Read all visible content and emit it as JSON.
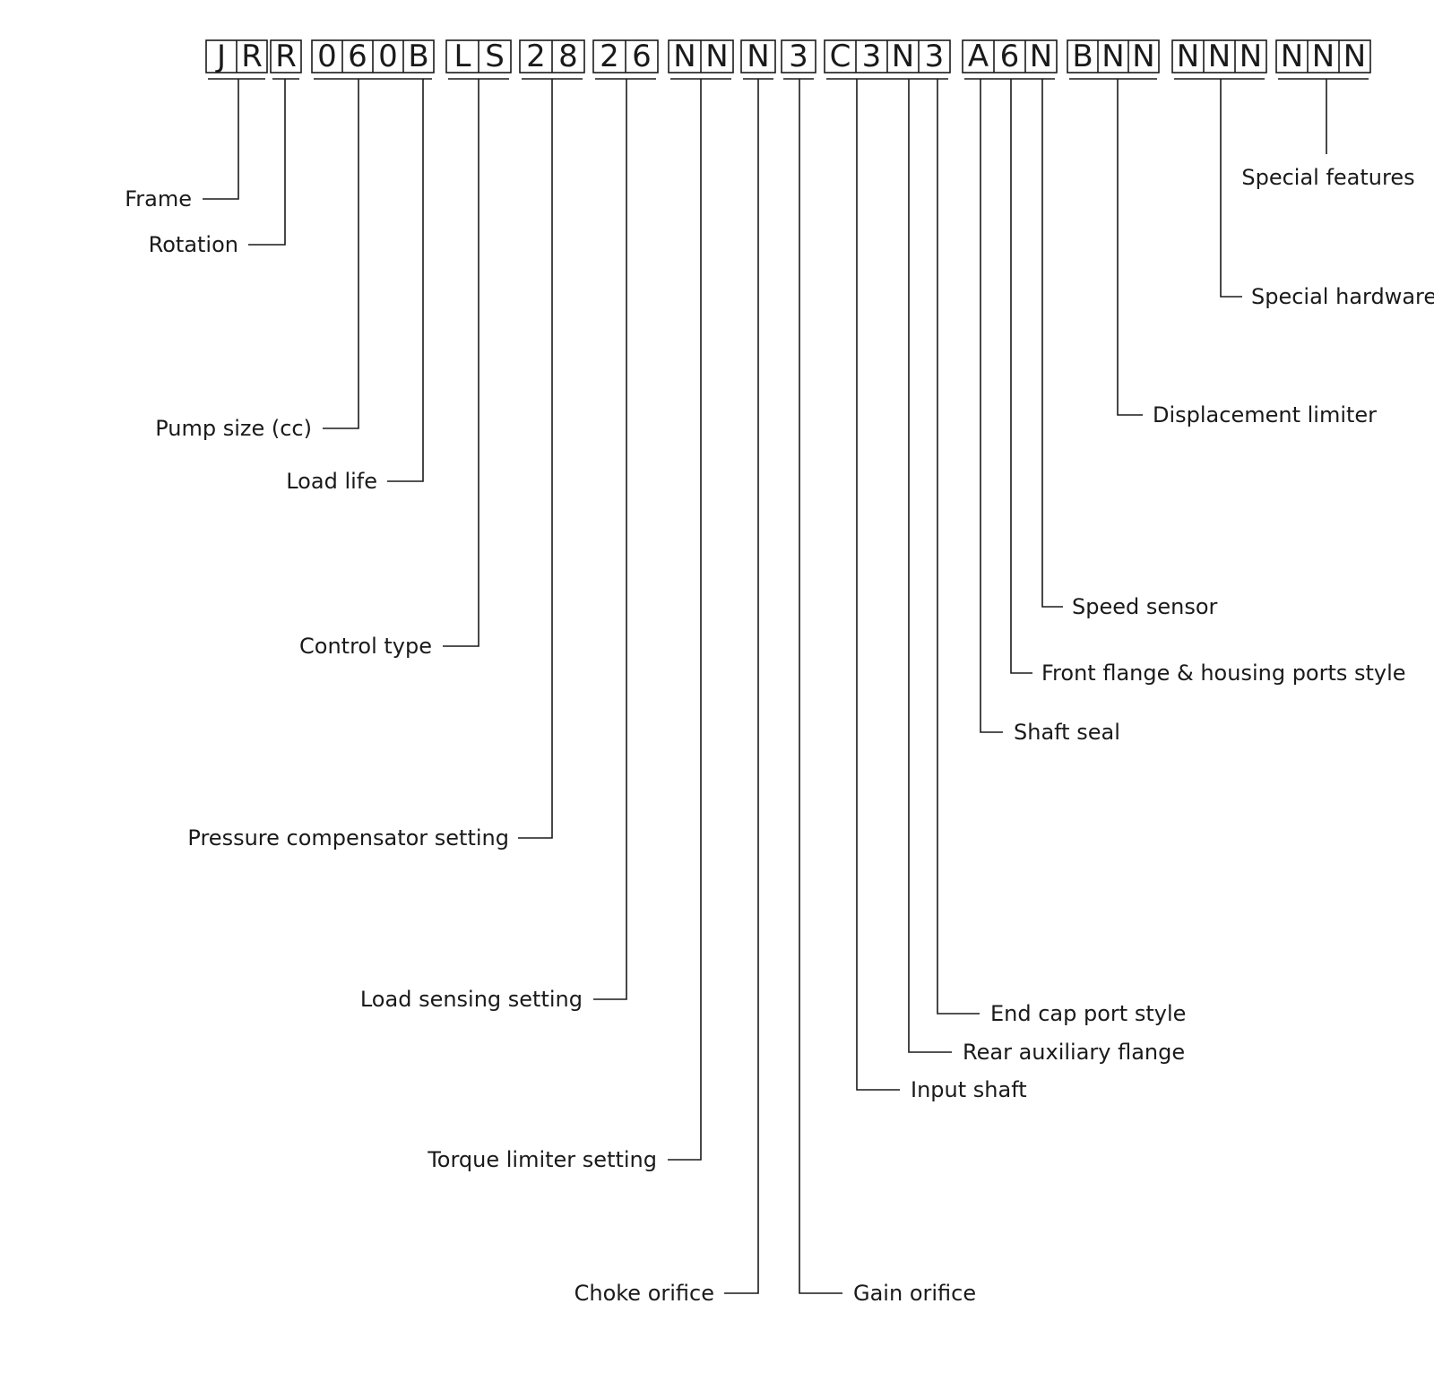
{
  "model_code": {
    "groups": [
      {
        "name": "frame-rotation",
        "chars": [
          "J",
          "R",
          "R"
        ]
      },
      {
        "name": "pump-size-load-life",
        "chars": [
          "0",
          "6",
          "0",
          "B"
        ]
      },
      {
        "name": "control-type",
        "chars": [
          "L",
          "S"
        ]
      },
      {
        "name": "pressure-compensator-setting",
        "chars": [
          "2",
          "8"
        ]
      },
      {
        "name": "load-sensing-setting",
        "chars": [
          "2",
          "6"
        ]
      },
      {
        "name": "torque-limiter-setting",
        "chars": [
          "N",
          "N"
        ]
      },
      {
        "name": "choke-orifice",
        "chars": [
          "N"
        ]
      },
      {
        "name": "gain-orifice",
        "chars": [
          "3"
        ]
      },
      {
        "name": "input-shaft-aux-flange-end-cap",
        "chars": [
          "C",
          "3",
          "N",
          "3"
        ]
      },
      {
        "name": "shaft-seal-flange-speed-sensor",
        "chars": [
          "A",
          "6",
          "N"
        ]
      },
      {
        "name": "displacement-limiter",
        "chars": [
          "B",
          "N",
          "N"
        ]
      },
      {
        "name": "special-hardware",
        "chars": [
          "N",
          "N",
          "N"
        ]
      },
      {
        "name": "special-features",
        "chars": [
          "N",
          "N",
          "N"
        ]
      }
    ]
  },
  "fields": [
    {
      "id": "frame",
      "label": "Frame"
    },
    {
      "id": "rotation",
      "label": "Rotation"
    },
    {
      "id": "pump-size",
      "label": "Pump size (cc)"
    },
    {
      "id": "load-life",
      "label": "Load life"
    },
    {
      "id": "control-type",
      "label": "Control type"
    },
    {
      "id": "pressure-compensator-setting",
      "label": "Pressure compensator setting"
    },
    {
      "id": "load-sensing-setting",
      "label": "Load sensing setting"
    },
    {
      "id": "torque-limiter-setting",
      "label": "Torque limiter setting"
    },
    {
      "id": "choke-orifice",
      "label": "Choke orifice"
    },
    {
      "id": "gain-orifice",
      "label": "Gain orifice"
    },
    {
      "id": "input-shaft",
      "label": "Input shaft"
    },
    {
      "id": "rear-auxiliary-flange",
      "label": "Rear auxiliary flange"
    },
    {
      "id": "end-cap-port-style",
      "label": "End cap port style"
    },
    {
      "id": "shaft-seal",
      "label": "Shaft seal"
    },
    {
      "id": "front-flange-housing-ports-style",
      "label": "Front flange & housing ports style"
    },
    {
      "id": "speed-sensor",
      "label": "Speed sensor"
    },
    {
      "id": "displacement-limiter",
      "label": "Displacement limiter"
    },
    {
      "id": "special-hardware",
      "label": "Special hardware"
    },
    {
      "id": "special-features",
      "label": "Special features"
    }
  ]
}
